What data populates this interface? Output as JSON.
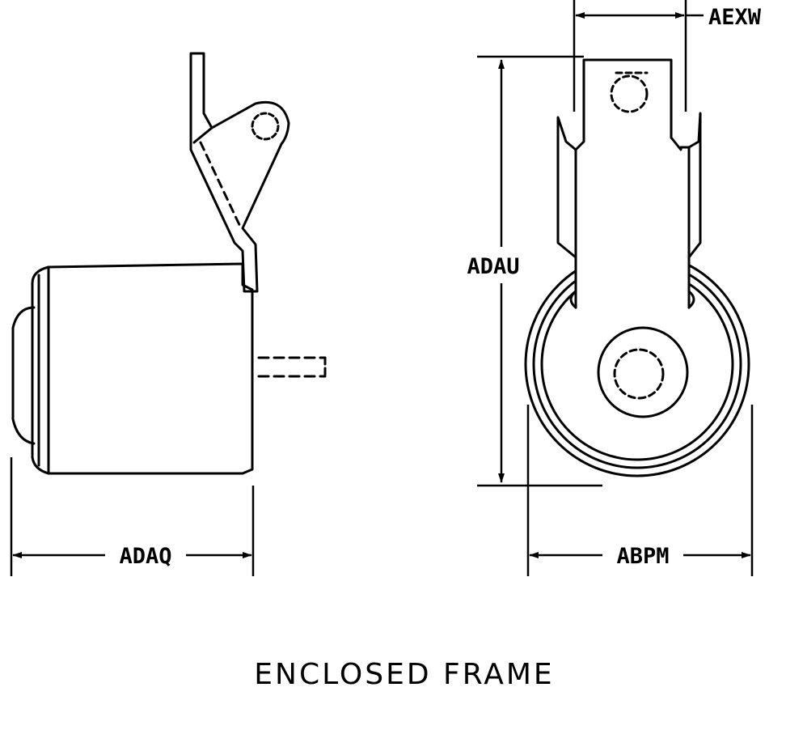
{
  "caption": "ENCLOSED FRAME",
  "dimensions": {
    "side_width": "ADAQ",
    "front_height": "ADAU",
    "front_width": "ABPM",
    "tab_width": "AEXW"
  },
  "colors": {
    "ink": "#000000",
    "paper": "#ffffff"
  }
}
